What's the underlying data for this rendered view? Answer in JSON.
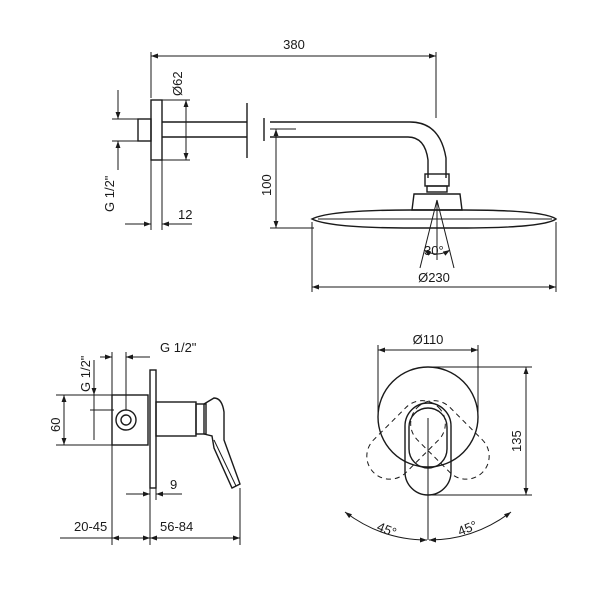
{
  "labels": {
    "arm_length": "380",
    "flange_diameter": "Ø62",
    "thread_top": "G 1/2\"",
    "wall_gap": "12",
    "drop_height": "100",
    "spray_angle": "30°",
    "head_diameter": "Ø230",
    "valve_thread_vertical": "G 1/2\"",
    "valve_thread_horizontal": "G 1/2\"",
    "body_height": "60",
    "plate_thickness": "9",
    "depth_range": "20-45",
    "handle_range": "56-84",
    "plate_diameter": "Ø110",
    "handle_height": "135",
    "rotation_left": "45°",
    "rotation_right": "45°"
  }
}
